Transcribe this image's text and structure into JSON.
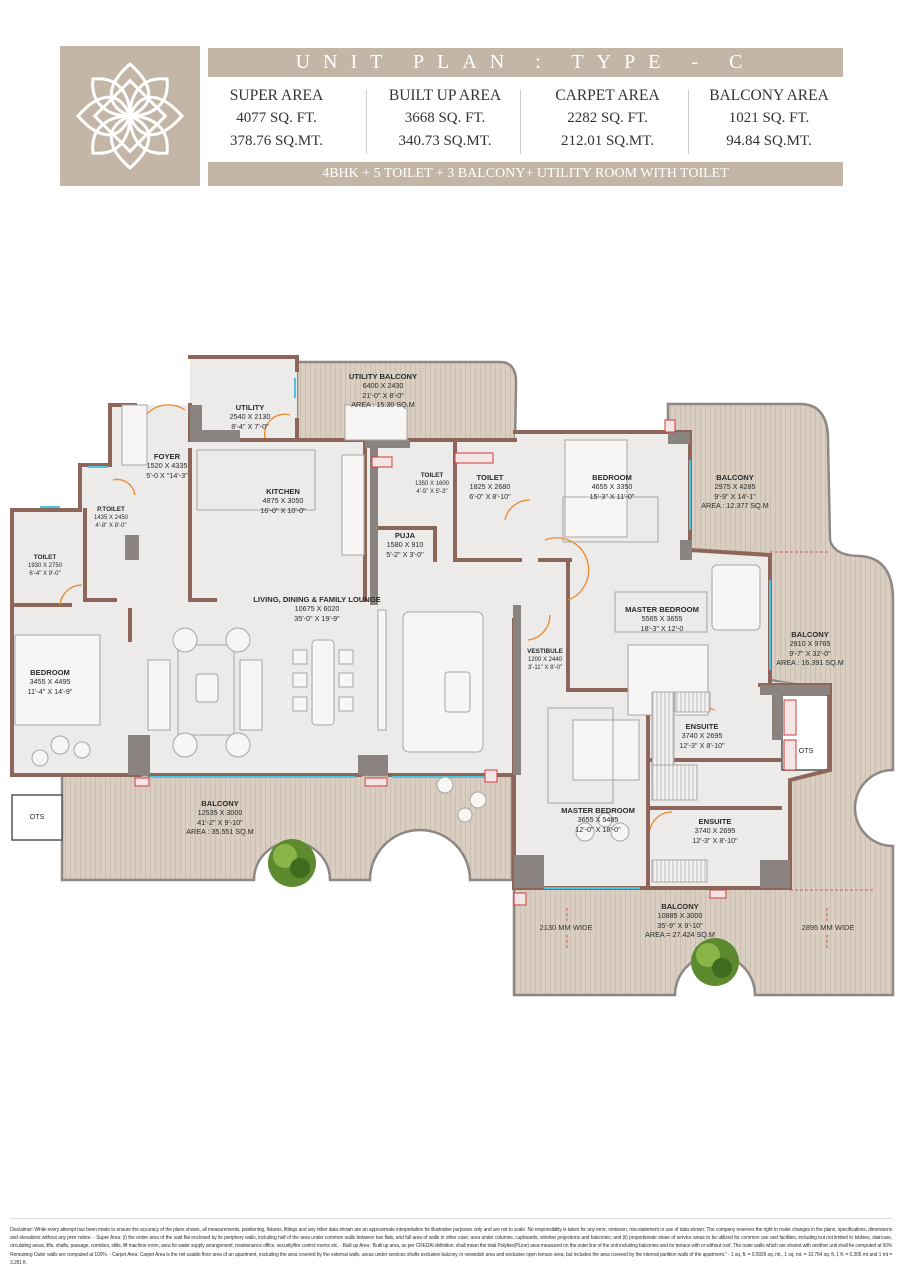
{
  "header": {
    "title": "UNIT PLAN : TYPE - C",
    "areas": [
      {
        "label": "SUPER AREA",
        "sqft": "4077 SQ. FT.",
        "sqmt": "378.76 SQ.MT."
      },
      {
        "label": "BUILT UP AREA",
        "sqft": "3668 SQ. FT.",
        "sqmt": "340.73 SQ.MT."
      },
      {
        "label": "CARPET AREA",
        "sqft": "2282 SQ. FT.",
        "sqmt": "212.01 SQ.MT."
      },
      {
        "label": "BALCONY AREA",
        "sqft": "1021 SQ. FT.",
        "sqmt": "94.84 SQ.MT."
      }
    ],
    "configuration": "4BHK + 5 TOILET + 3 BALCONY+ UTILITY ROOM WITH TOILET"
  },
  "colors": {
    "brand": "#c3b6a6",
    "wall": "#8e6659",
    "column": "#8a8380",
    "floor": "#ecebe9",
    "balcony": "#d9cec1",
    "glass": "#4fc3e0",
    "door": "#e8892b"
  },
  "rooms": {
    "utility_balcony": {
      "name": "UTILITY BALCONY",
      "metric": "6400 X 2430",
      "imperial": "21'-0\" X 8'-0\"",
      "area": "AREA : 15.30 SQ.M"
    },
    "utility": {
      "name": "UTILITY",
      "metric": "2540 X 2130",
      "imperial": "8'-4\" X 7'-0\""
    },
    "foyer": {
      "name": "FOYER",
      "metric": "1520 X 4335",
      "imperial": "5'-0 X \"14'-3\""
    },
    "p_toilet": {
      "name": "P.TOILET",
      "metric": "1435 X 2450",
      "imperial": "4'-8\" X 8'-0\""
    },
    "toilet_left": {
      "name": "TOILET",
      "metric": "1930 X 2750",
      "imperial": "6'-4\" X 9'-0\""
    },
    "kitchen": {
      "name": "KITCHEN",
      "metric": "4875 X 3050",
      "imperial": "16'-0\" X 10'-0\""
    },
    "toilet_utility": {
      "name": "TOILET",
      "metric": "1350 X 1600",
      "imperial": "4'-5\" X 5'-3\""
    },
    "puja": {
      "name": "PUJA",
      "metric": "1580 X 910",
      "imperial": "5'-2\" X 3'-0\""
    },
    "toilet_bed": {
      "name": "TOILET",
      "metric": "1825 X 2680",
      "imperial": "6'-0\" X 8'-10\""
    },
    "bedroom_top": {
      "name": "BEDROOM",
      "metric": "4655 X 3350",
      "imperial": "15'-3\" X 11'-0\""
    },
    "balcony_top": {
      "name": "BALCONY",
      "metric": "2975 X 4285",
      "imperial": "9'-9\" X 14'-1\"",
      "area": "AREA : 12.377 SQ.M"
    },
    "living": {
      "name": "LIVING, DINING & FAMILY LOUNGE",
      "metric": "10675 X 6020",
      "imperial": "35'-0\" X 19'-9\""
    },
    "master_bedroom_1": {
      "name": "MASTER BEDROOM",
      "metric": "5565 X 3655",
      "imperial": "18'-3\" X 12'-0"
    },
    "balcony_right": {
      "name": "BALCONY",
      "metric": "2910 X 9765",
      "imperial": "9'-7\" X 32'-0\"",
      "area": "AREA : 16.391 SQ.M"
    },
    "vestibule": {
      "name": "VESTIBULE",
      "metric": "1200 X 2440",
      "imperial": "3'-11\" X 8'-0\""
    },
    "bedroom_left": {
      "name": "BEDROOM",
      "metric": "3455 X 4495",
      "imperial": "11'-4\" X 14'-9\""
    },
    "ensuite_1": {
      "name": "ENSUITE",
      "metric": "3740 X 2695",
      "imperial": "12'-3\" X 8'-10\""
    },
    "ots_right": {
      "name": "OTS"
    },
    "ots_left": {
      "name": "OTS"
    },
    "balcony_living": {
      "name": "BALCONY",
      "metric": "12535 X 3000",
      "imperial": "41'-2\" X 9'-10\"",
      "area": "AREA : 35.551 SQ.M"
    },
    "master_bedroom_2": {
      "name": "MASTER BEDROOM",
      "metric": "3655 X 5485",
      "imperial": "12'-0\" X 18'-0\""
    },
    "ensuite_2": {
      "name": "ENSUITE",
      "metric": "3740 X 2695",
      "imperial": "12'-3\" X 8'-10\""
    },
    "balcony_bottom": {
      "name": "BALCONY",
      "metric": "10885 X 3000",
      "imperial": "35'-9\" X 9'-10\"",
      "area": "AREA = 27.424 SQ.M"
    }
  },
  "widths": {
    "left": "2130 MM WIDE",
    "right": "2895 MM WIDE"
  },
  "disclaimer": "Disclaimer: While every attempt has been made to ensure the accuracy of the plans shown, all measurements, positioning, fixtures, fittings and any other data shown are an approximate interpretation for illustrative purposes only and are not to scale. No responsibility is taken for any error, omission, mis-statement or use of data shown. The company reserves the right to make changes in the plans, specifications, dimensions and elevations without any prior notice. - Super Area: (i) the entire area of the said flat enclosed by its periphery walls, including half of the area under common walls between two flats, and full area of walls in other case; area under columns, cupboards, window projections and balconies; and (ii) proportionate share of service areas to be utilized for common use and facilities, including but not limited to lobbies, staircase, circulating areas, lifts, shafts, passage, corridors, stilts, lift machine room, area for water supply arrangement, maintenance office, security/fire control rooms etc. - Built up Area : Built up area, as per CREDAI definition, shall mean the total Polyline(PLine) area measured on the outer line of the unit including balconies and /or terrace with or without roof. The outer walls which are shared with another unit shall be computed at 50% Remaining Outer walls are computed at 100%. - Carpet Area: Carpet Area is the net usable floor area of an apartment, excluding the area covered by the external walls, areas under services shafts exclusive balcony or verandah area and exclusive open terrace area, but includes the area covered by the internal partition walls of the apartment.\" - 1 sq. ft. = 0.0929 sq. mt., 1 sq. mt. = 10.764 sq. ft, 1 ft. = 0.305 mt and 1 mt = 3.281 ft."
}
